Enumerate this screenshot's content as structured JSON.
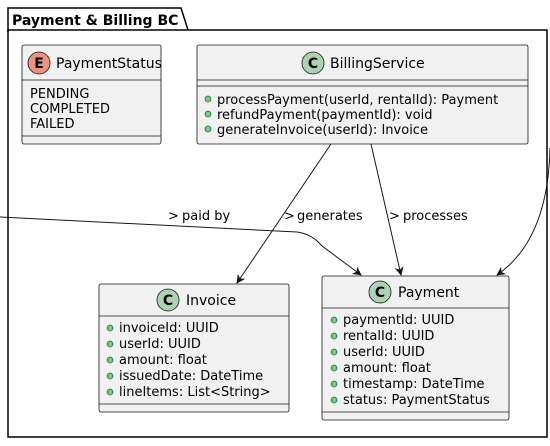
{
  "package": {
    "name": "Payment & Billing BC"
  },
  "classes": {
    "payment_status": {
      "stereotype": "E",
      "name": "PaymentStatus",
      "values": [
        "PENDING",
        "COMPLETED",
        "FAILED"
      ]
    },
    "billing_service": {
      "stereotype": "C",
      "name": "BillingService",
      "methods": [
        "processPayment(userId, rentalId): Payment",
        "refundPayment(paymentId): void",
        "generateInvoice(userId): Invoice"
      ]
    },
    "invoice": {
      "stereotype": "C",
      "name": "Invoice",
      "attributes": [
        "invoiceId: UUID",
        "userId: UUID",
        "amount: float",
        "issuedDate: DateTime",
        "lineItems: List<String>"
      ]
    },
    "payment": {
      "stereotype": "C",
      "name": "Payment",
      "attributes": [
        "paymentId: UUID",
        "rentalId: UUID",
        "userId: UUID",
        "amount: float",
        "timestamp: DateTime",
        "status: PaymentStatus"
      ]
    }
  },
  "relations": {
    "paid_by": {
      "marker": ">",
      "label": "paid by"
    },
    "generates": {
      "marker": ">",
      "label": "generates"
    },
    "processes": {
      "marker": ">",
      "label": "processes"
    }
  },
  "colors": {
    "box_fill": "#f1f1f1",
    "box_stroke": "#181818",
    "class_badge": "#add1b2",
    "enum_badge": "#eb937f",
    "visibility_public": "#84be84"
  }
}
